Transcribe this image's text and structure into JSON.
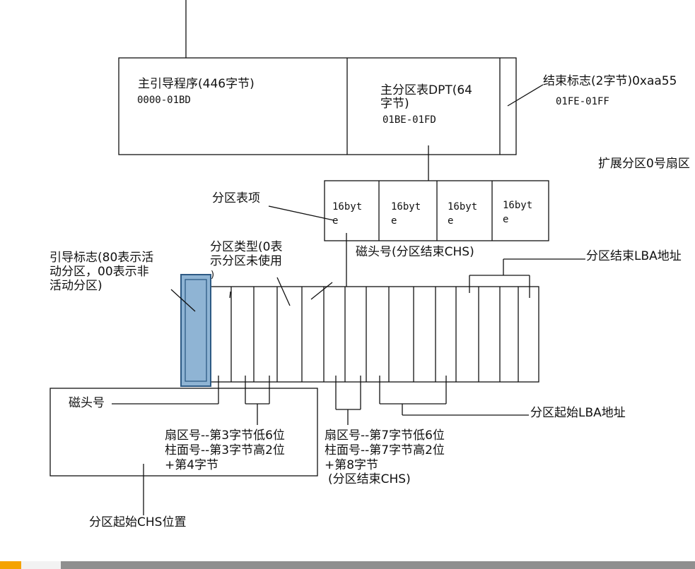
{
  "mbr": {
    "boot_code_label": "主引导程序(446字节)",
    "boot_code_range": "0000-01BD",
    "dpt_label_line1": "主分区表DPT(64",
    "dpt_label_line2": "字节)",
    "dpt_range": "01BE-01FD",
    "end_flag_label": "结束标志(2字节)0xaa55",
    "end_flag_range": "01FE-01FF"
  },
  "extended_partition_label": "扩展分区0号扇区",
  "partition_entry_label": "分区表项",
  "entry_cells": [
    {
      "line1": "16byt",
      "line2": "e"
    },
    {
      "line1": "16byt",
      "line2": "e"
    },
    {
      "line1": "16byt",
      "line2": "e"
    },
    {
      "line1": "16byt",
      "line2": "e"
    }
  ],
  "boot_flag": {
    "line1": "引导标志(80表示活",
    "line2": "动分区，00表示非",
    "line3": "活动分区)"
  },
  "partition_type": {
    "line1": "分区类型(0表",
    "line2": "示分区未使用",
    "line3": ")"
  },
  "end_head_label": "磁头号(分区结束CHS)",
  "end_lba_label": "分区结束LBA地址",
  "start_lba_label": "分区起始LBA地址",
  "start_chs_box": {
    "head_label": "磁头号",
    "line1": "扇区号--第3字节低6位",
    "line2": "柱面号--第3字节高2位",
    "line3": "+第4字节"
  },
  "start_chs_label": "分区起始CHS位置",
  "end_chs": {
    "line1": "扇区号--第7字节低6位",
    "line2": "柱面号--第7字节高2位",
    "line3": "+第8字节",
    "line4": "(分区结束CHS)"
  },
  "colors": {
    "highlight_fill": "#8fb4d4",
    "highlight_stroke": "#2d5a84",
    "line": "#111111",
    "scroll_accent": "#f5a300",
    "scroll_thumb": "#8f8f8f"
  },
  "icons": [
    "scroll-accent-icon"
  ]
}
